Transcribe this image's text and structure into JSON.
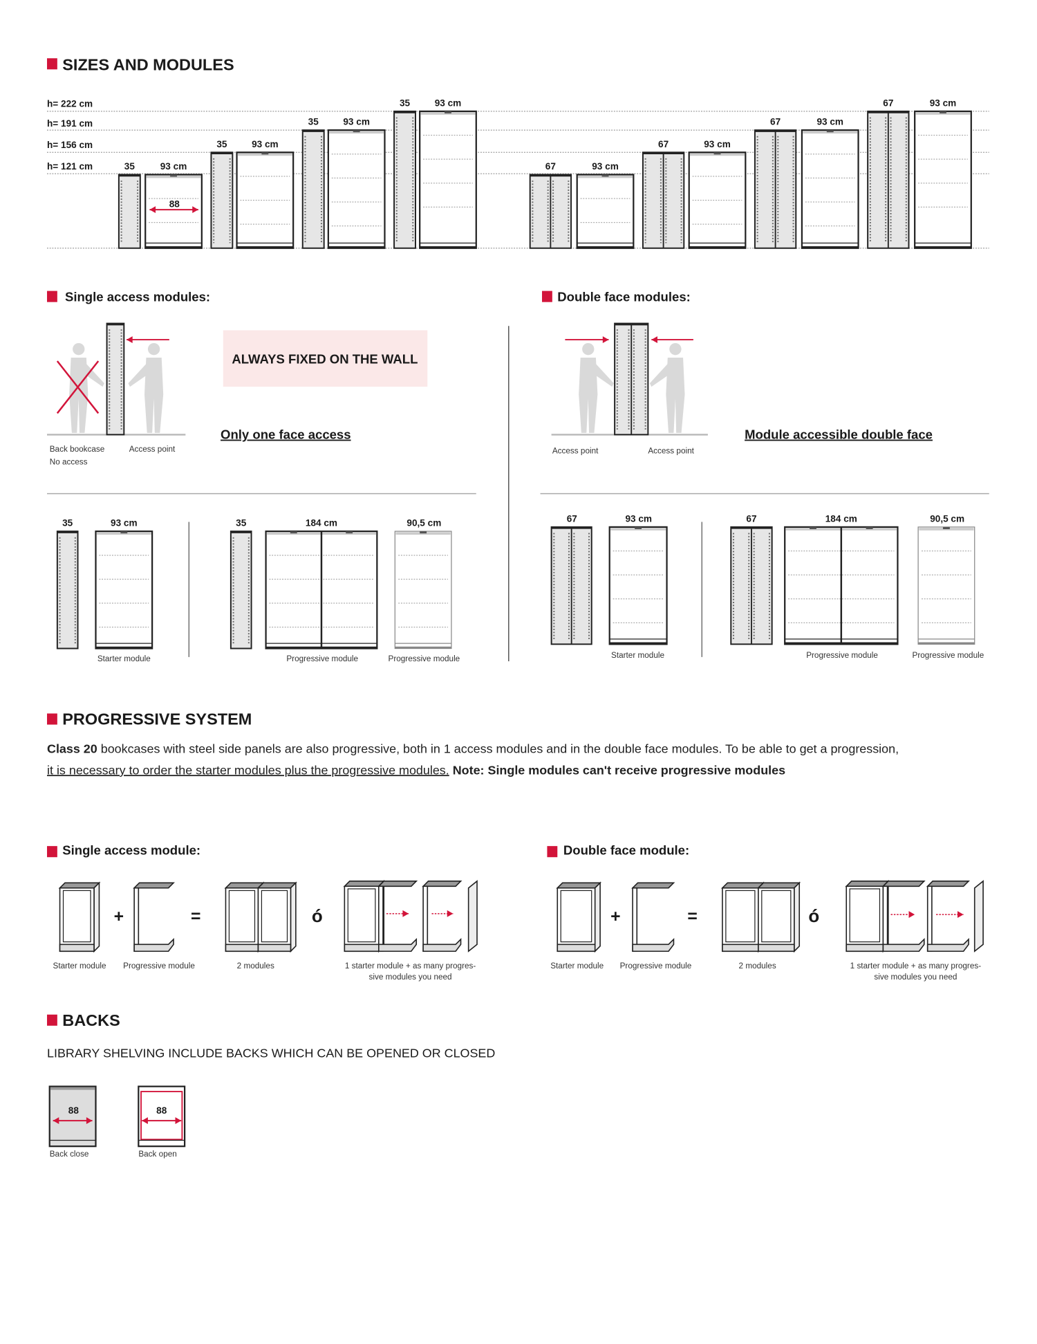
{
  "colors": {
    "accent": "#d2143a",
    "pink_box": "#fbe8e8",
    "panel_gray": "#e6e6e6"
  },
  "sizes": {
    "title": "SIZES AND MODULES",
    "heights": [
      "h= 222 cm",
      "h= 191 cm",
      "h= 156 cm",
      "h= 121 cm"
    ],
    "inner_width": "88",
    "single": [
      {
        "side": "35",
        "width": "93 cm"
      },
      {
        "side": "35",
        "width": "93 cm"
      },
      {
        "side": "35",
        "width": "93 cm"
      },
      {
        "side": "35",
        "width": "93 cm"
      }
    ],
    "double": [
      {
        "side": "67",
        "width": "93 cm"
      },
      {
        "side": "67",
        "width": "93 cm"
      },
      {
        "side": "67",
        "width": "93 cm"
      },
      {
        "side": "67",
        "width": "93 cm"
      }
    ]
  },
  "single_access": {
    "title": "Single access modules:",
    "back_label_1": "Back bookcase",
    "back_label_2": "No access",
    "access_label": "Access point",
    "notice": "ALWAYS FIXED ON THE WALL",
    "caption": "Only one face access",
    "modules": {
      "starter_side": "35",
      "starter_width": "93 cm",
      "starter_label": "Starter module",
      "prog_side": "35",
      "prog_width": "184 cm",
      "prog_label": "Progressive module",
      "prog2_width": "90,5 cm",
      "prog2_label": "Progressive module"
    }
  },
  "double_face": {
    "title": "Double face modules:",
    "access_left": "Access point",
    "access_right": "Access point",
    "caption": "Module accessible double face",
    "modules": {
      "starter_side": "67",
      "starter_width": "93 cm",
      "starter_label": "Starter module",
      "prog_side": "67",
      "prog_width": "184 cm",
      "prog_label": "Progressive module",
      "prog2_width": "90,5 cm",
      "prog2_label": "Progressive module"
    }
  },
  "progressive": {
    "title": "PROGRESSIVE SYSTEM",
    "line1_bold": "Class 20",
    "line1_rest": " bookcases with steel side panels are also progressive, both in 1 access modules and in the double face modules. To be able to get a progression,",
    "line2_underlined": "it is necessary to order the starter modules plus the progressive modules.",
    "line2_note": " Note: Single modules can't receive progressive modules"
  },
  "single_module": {
    "title": "Single access module:",
    "plus": "+",
    "equals": "=",
    "or": "ó",
    "starter": "Starter module",
    "progressive": "Progressive module",
    "two": "2 modules",
    "many_1": "1 starter module + as many progres-",
    "many_2": "sive modules you need"
  },
  "double_module": {
    "title": "Double face module:",
    "plus": "+",
    "equals": "=",
    "or": "ó",
    "starter": "Starter module",
    "progressive": "Progressive module",
    "two": "2 modules",
    "many_1": "1 starter module + as many progres-",
    "many_2": "sive modules you need"
  },
  "backs": {
    "title": "BACKS",
    "subtitle": "LIBRARY SHELVING INCLUDE BACKS WHICH CAN BE OPENED OR CLOSED",
    "close_width": "88",
    "close_label": "Back close",
    "open_width": "88",
    "open_label": "Back open"
  }
}
